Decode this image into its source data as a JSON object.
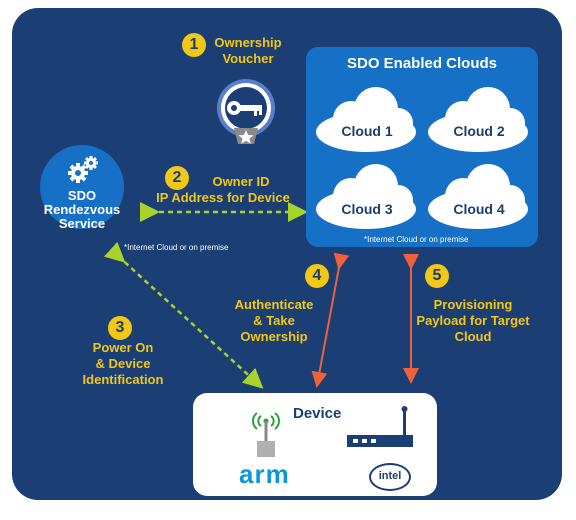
{
  "steps": [
    {
      "num": "1",
      "label_lines": [
        "Ownership",
        "Voucher"
      ]
    },
    {
      "num": "2",
      "label_lines": [
        "Owner ID",
        "IP Address for Device"
      ]
    },
    {
      "num": "3",
      "label_lines": [
        "Power On",
        "& Device",
        "Identification"
      ]
    },
    {
      "num": "4",
      "label_lines": [
        "Authenticate",
        "& Take",
        "Ownership"
      ]
    },
    {
      "num": "5",
      "label_lines": [
        "Provisioning",
        "Payload for Target",
        "Cloud"
      ]
    }
  ],
  "clouds": {
    "title": "SDO Enabled Clouds",
    "items": [
      "Cloud 1",
      "Cloud 2",
      "Cloud 3",
      "Cloud 4"
    ],
    "note": "*Internet Cloud or on premise"
  },
  "rendezvous": {
    "label_lines": [
      "SDO",
      "Rendezvous",
      "Service"
    ],
    "note": "*Internet Cloud or on premise"
  },
  "device": {
    "title": "Device",
    "logo_arm": "arm",
    "logo_intel": "intel"
  },
  "colors": {
    "panel": "#1b3e74",
    "accent_yellow": "#f3c716",
    "cloud_box": "#1670c6",
    "dashed_arrow": "#a6d42a",
    "solid_arrow": "#f0603c",
    "arm_blue": "#0c98d8"
  }
}
